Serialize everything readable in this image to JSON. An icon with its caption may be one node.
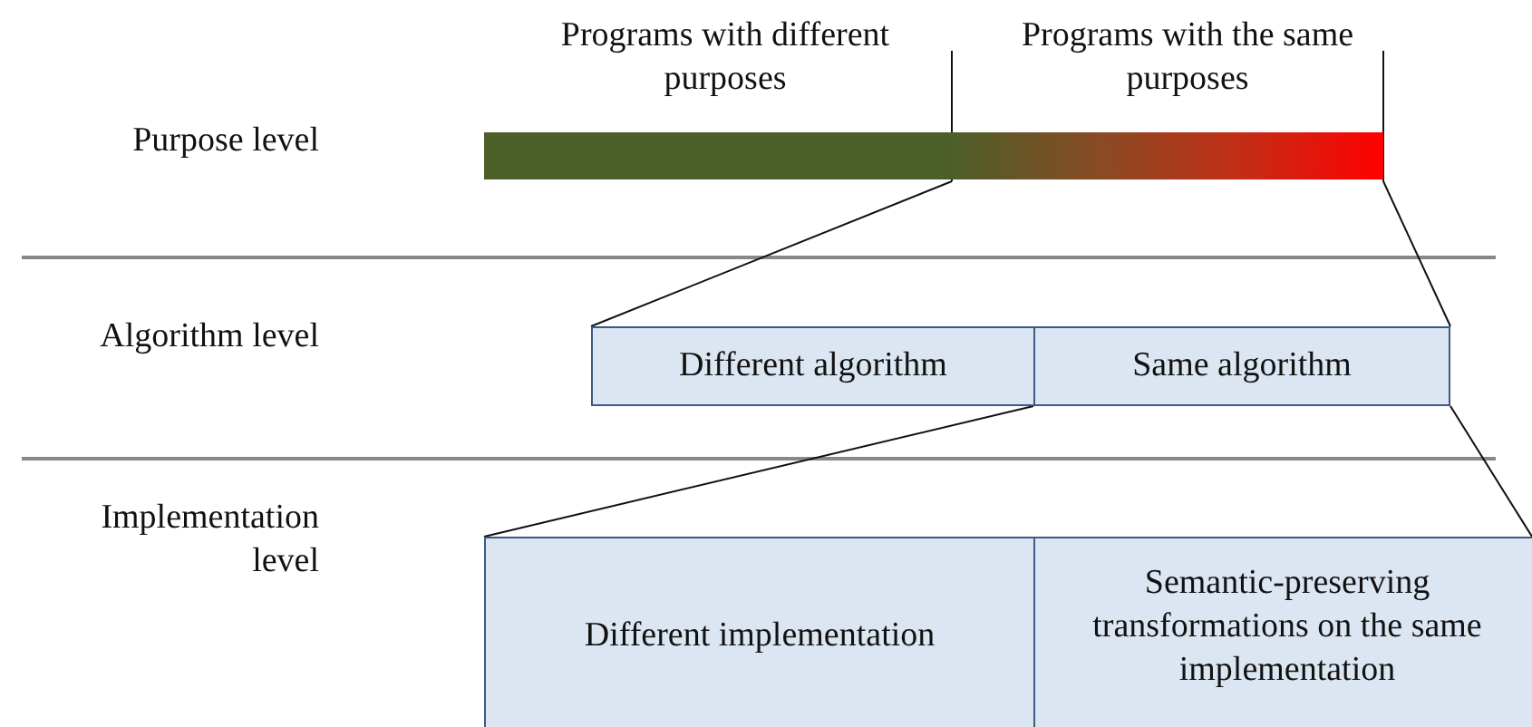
{
  "diagram": {
    "nodes": [
      {
        "text": [
          "Programs with different purposes"
        ]
      },
      {
        "text": [
          "Programs with the same purposes"
        ]
      },
      {
        "text": [
          "Different algorithm"
        ]
      },
      {
        "text": [
          "Same algorithm"
        ]
      },
      {
        "text": [
          "Different implementation"
        ]
      },
      {
        "text": [
          "Semantic-preserving transformations on the same implementation"
        ]
      }
    ],
    "edges": [
      {
        "from": 1,
        "to": 2,
        "arrow": "none"
      },
      {
        "from": 1,
        "to": 3,
        "arrow": "none"
      },
      {
        "from": 3,
        "to": 4,
        "arrow": "none"
      },
      {
        "from": 3,
        "to": 5,
        "arrow": "none"
      }
    ],
    "labels": [
      "Purpose level",
      "Algorithm level",
      "Implementation level"
    ]
  }
}
